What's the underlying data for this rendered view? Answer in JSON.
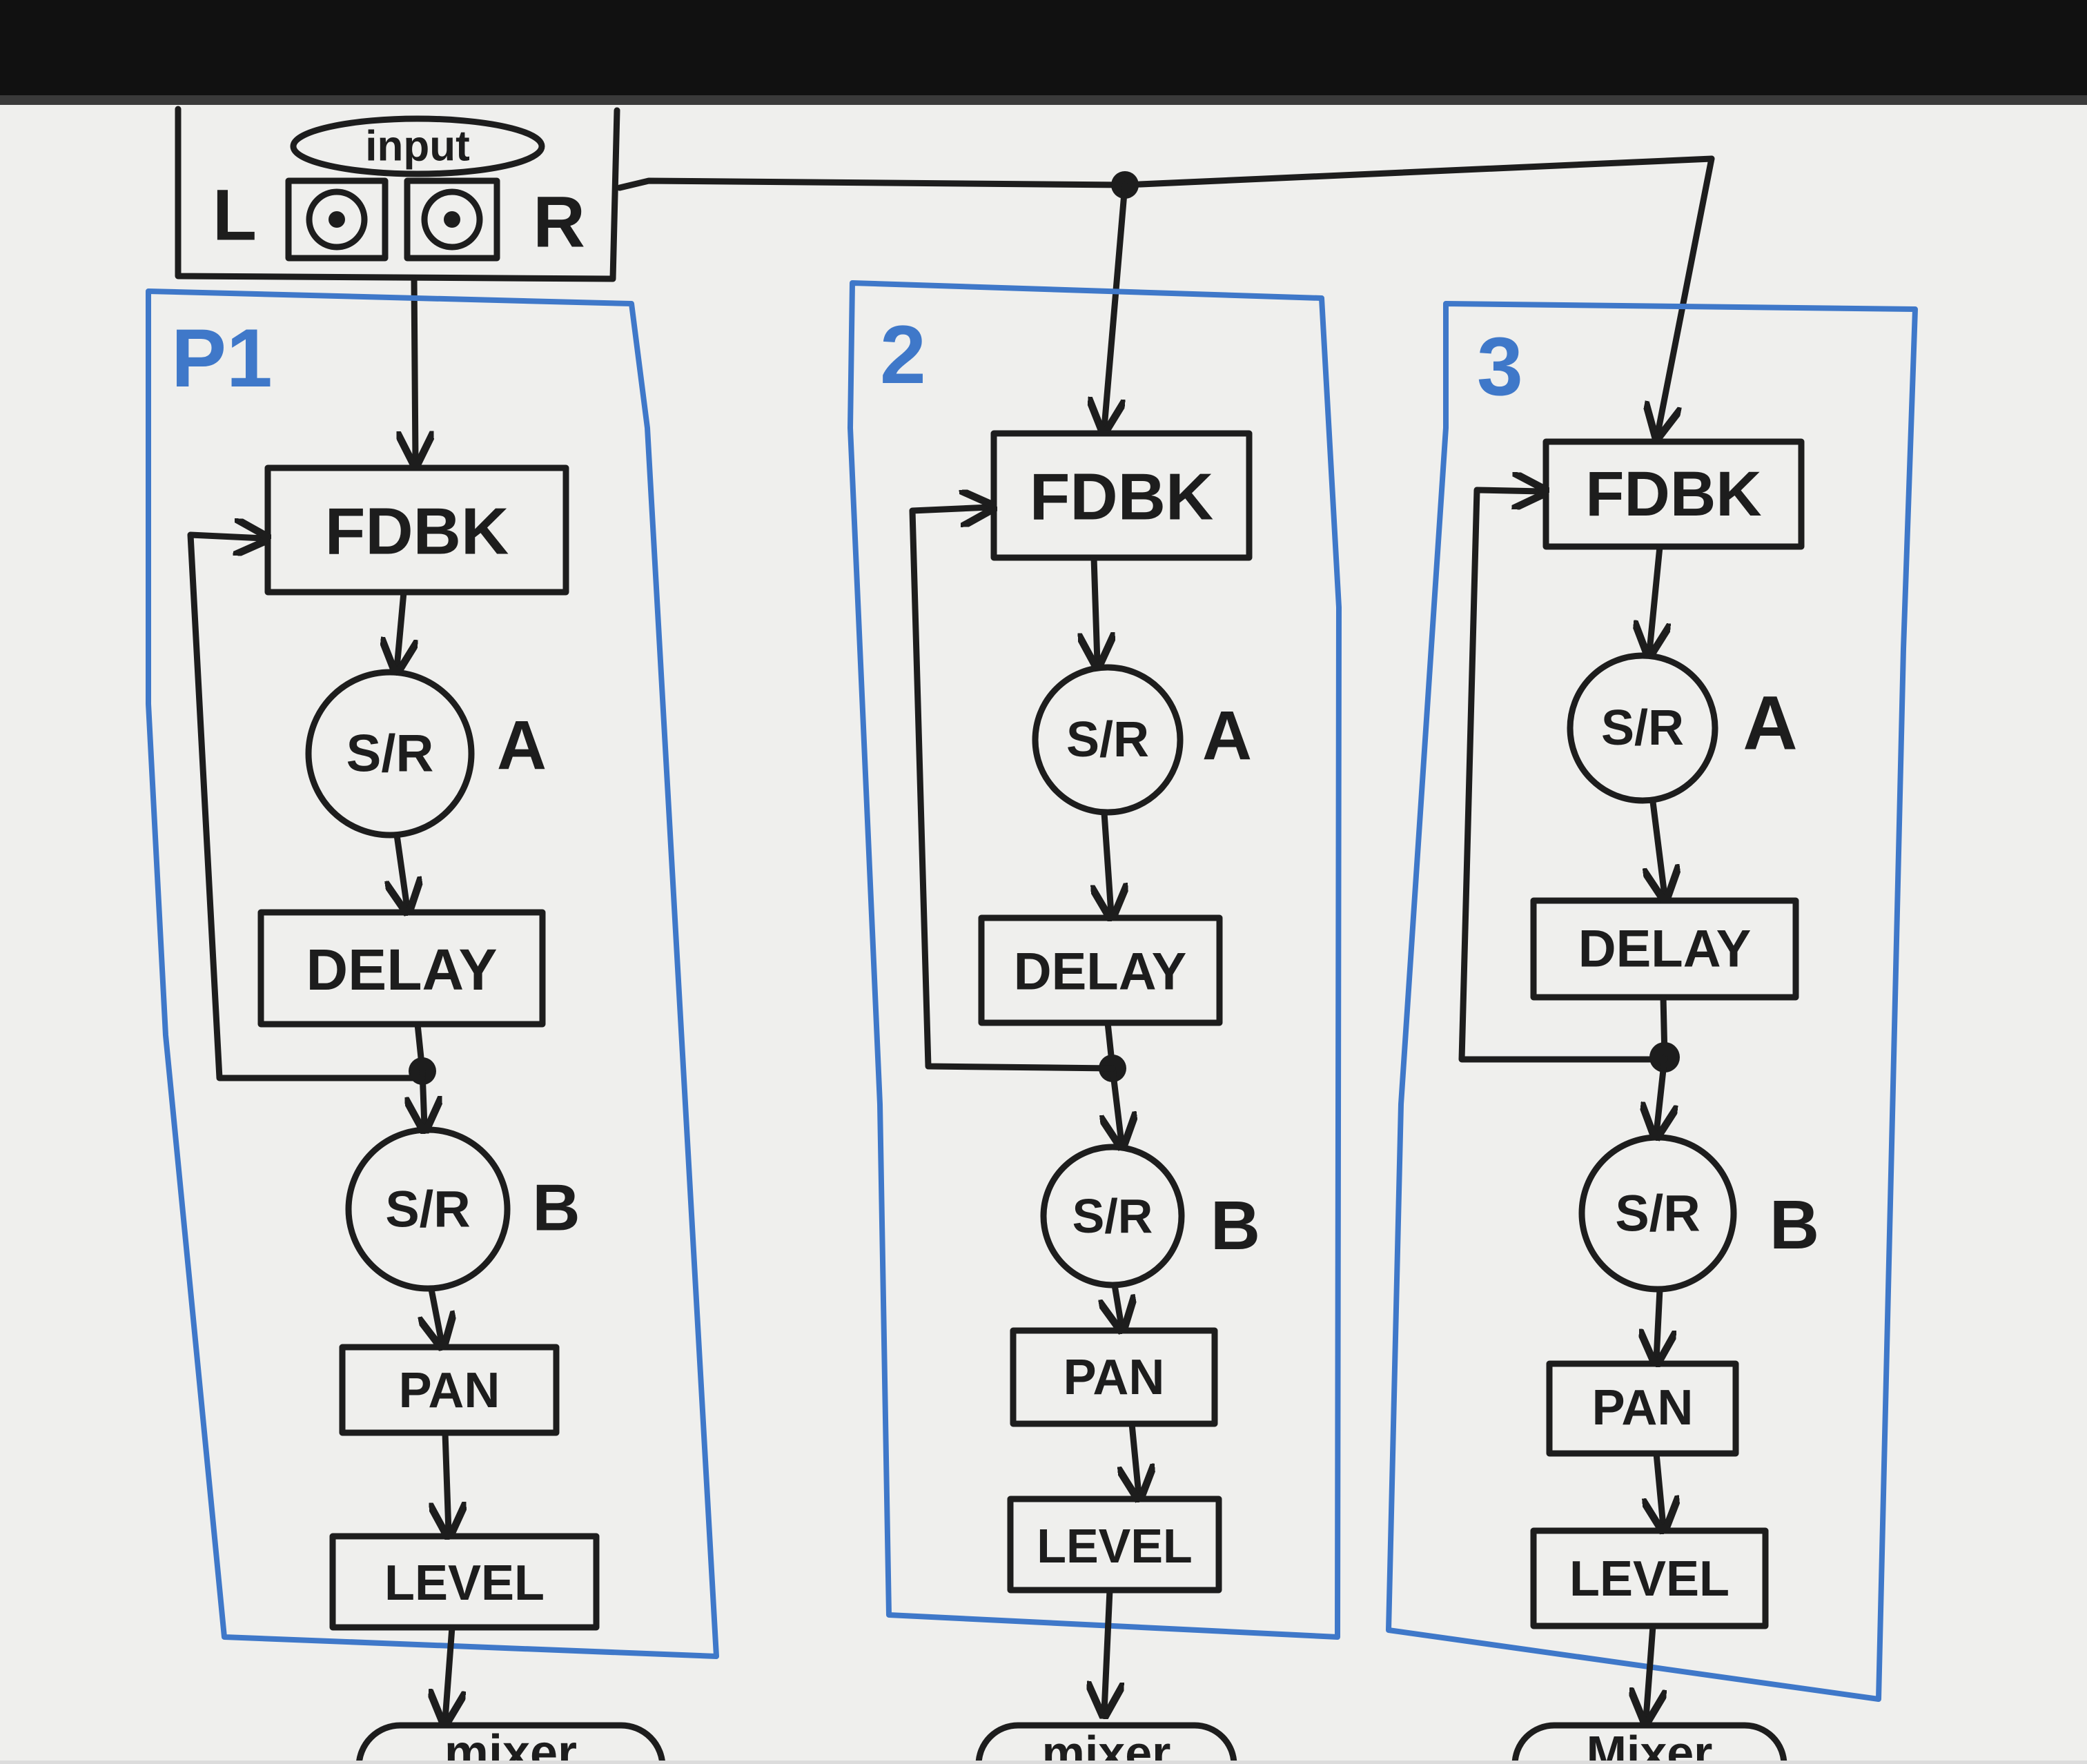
{
  "input": {
    "title": "input",
    "left": "L",
    "right": "R"
  },
  "paths": [
    {
      "id": "P1",
      "label": "P1",
      "blocks": [
        "FDBK",
        "S/R",
        "DELAY",
        "S/R",
        "PAN",
        "LEVEL"
      ],
      "sr_tags": [
        "A",
        "B"
      ],
      "output": "mixer"
    },
    {
      "id": "2",
      "label": "2",
      "blocks": [
        "FDBK",
        "S/R",
        "DELAY",
        "S/R",
        "PAN",
        "LEVEL"
      ],
      "sr_tags": [
        "A",
        "B"
      ],
      "output": "mixer"
    },
    {
      "id": "3",
      "label": "3",
      "blocks": [
        "FDBK",
        "S/R",
        "DELAY",
        "S/R",
        "PAN",
        "LEVEL"
      ],
      "sr_tags": [
        "A",
        "B"
      ],
      "output": "Mixer"
    }
  ],
  "colors": {
    "board": "#efefed",
    "frame": "#111111",
    "ink": "#1d1d1d",
    "group_outline": "#3f78c9",
    "tag": "#d6262b"
  }
}
